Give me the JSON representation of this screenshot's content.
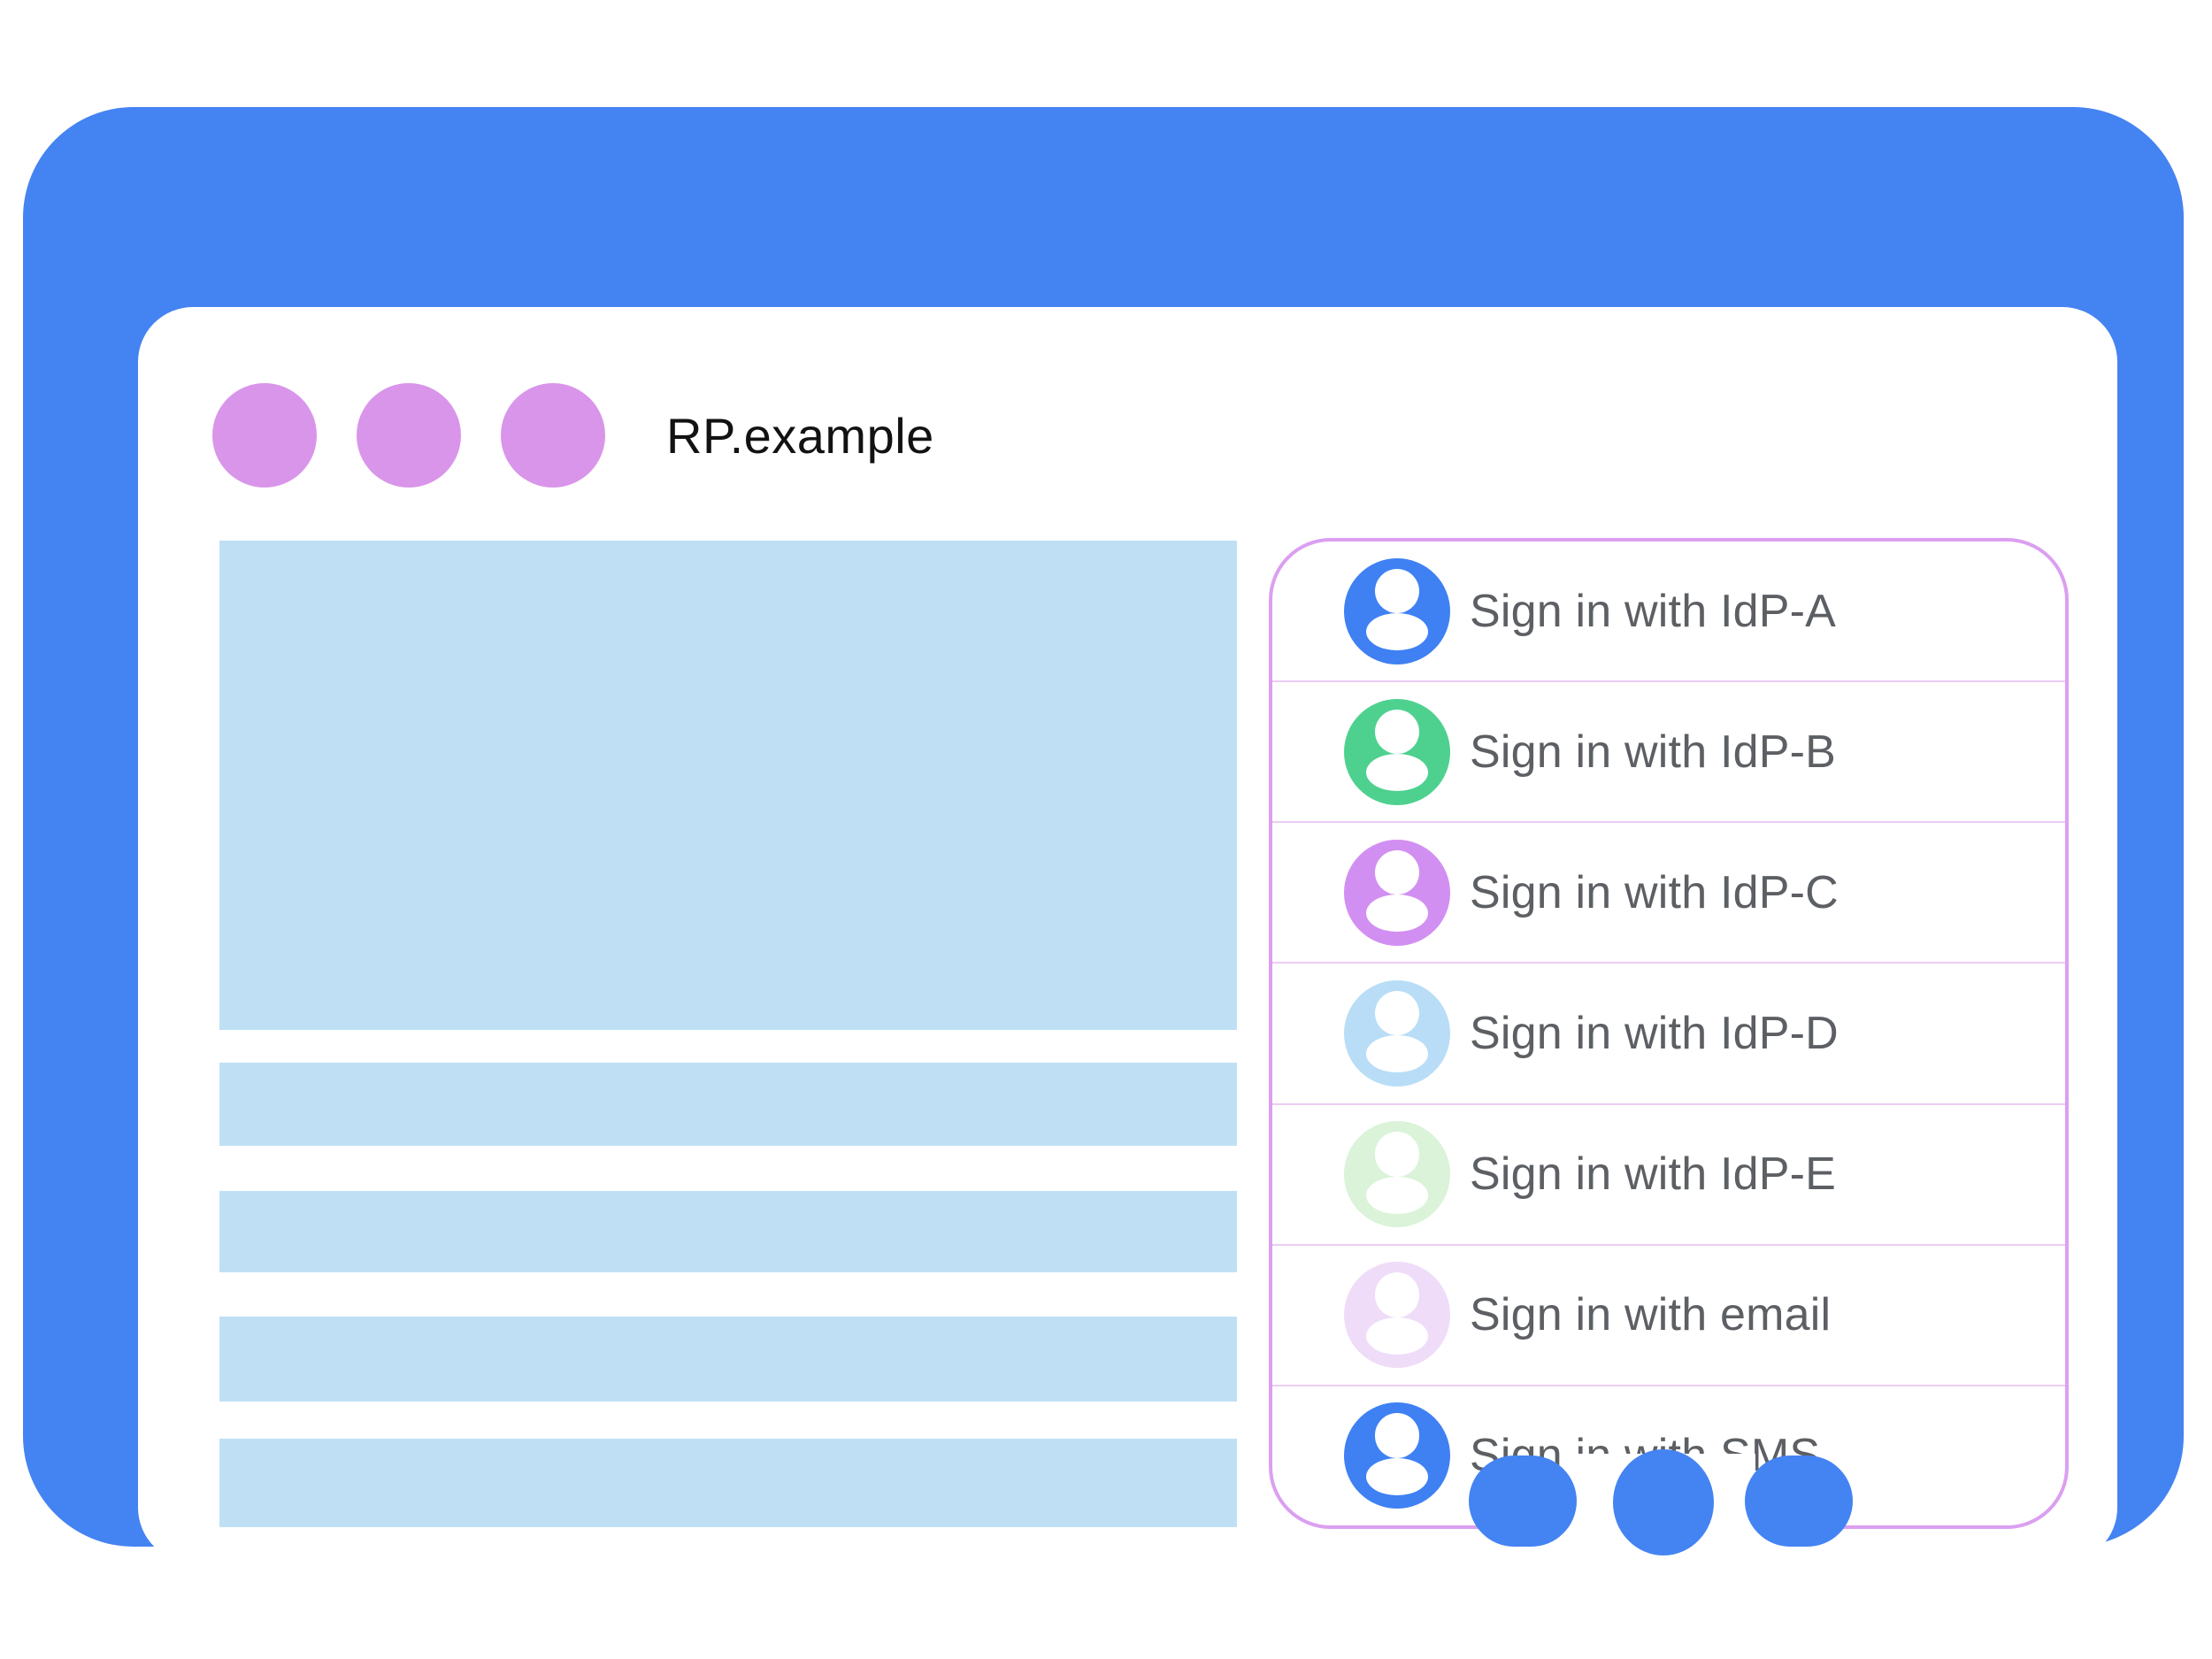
{
  "window": {
    "title": "RP.example",
    "controls_count": 3
  },
  "content_placeholders": {
    "hero_blocks": 1,
    "text_lines": 4
  },
  "sign_in_panel": {
    "items": [
      {
        "id": "idp-a",
        "label": "Sign in with IdP-A",
        "avatar_color": "#3f80f3"
      },
      {
        "id": "idp-b",
        "label": "Sign in with IdP-B",
        "avatar_color": "#4ed18f"
      },
      {
        "id": "idp-c",
        "label": "Sign in with IdP-C",
        "avatar_color": "#d28ff2"
      },
      {
        "id": "idp-d",
        "label": "Sign in with IdP-D",
        "avatar_color": "#b9ddf6"
      },
      {
        "id": "idp-e",
        "label": "Sign in with IdP-E",
        "avatar_color": "#daf3d9"
      },
      {
        "id": "email",
        "label": "Sign in with email",
        "avatar_color": "#eedcf8"
      },
      {
        "id": "sms",
        "label": "Sign in with SMS",
        "avatar_color": "#3f80f3"
      }
    ]
  },
  "colors": {
    "frame_blue": "#4483f2",
    "placeholder_blue": "#bfe0f4",
    "window_dot": "#d995ea",
    "panel_border": "#db9ff1",
    "divider": "#ecccf4",
    "label_text": "#5c5f63",
    "title_text": "#121212"
  }
}
